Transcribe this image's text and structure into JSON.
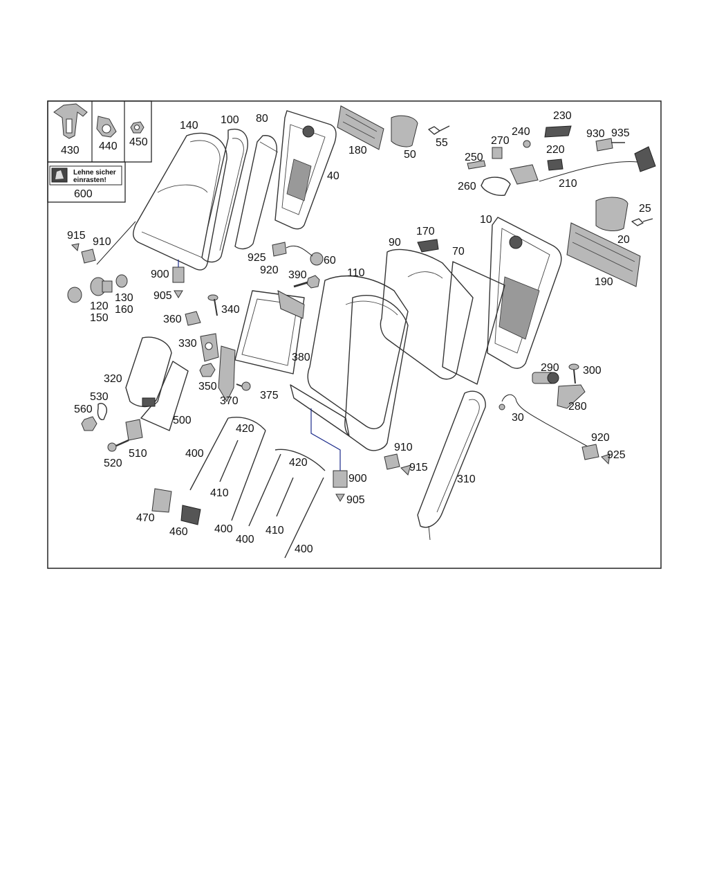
{
  "legend_box": {
    "cells": [
      {
        "label": "430",
        "icon": "clip-icon"
      },
      {
        "label": "440",
        "icon": "cable-clip-icon"
      },
      {
        "label": "450",
        "icon": "nut-icon"
      }
    ],
    "warning_label": {
      "line1": "Lehne sicher",
      "line2": "einrasten!",
      "part": "600",
      "icon": "seat-warning-icon"
    }
  },
  "parts": {
    "p10": "10",
    "p20": "20",
    "p25": "25",
    "p30": "30",
    "p40": "40",
    "p50": "50",
    "p55": "55",
    "p60": "60",
    "p70": "70",
    "p80": "80",
    "p90": "90",
    "p100": "100",
    "p110": "110",
    "p120": "120",
    "p130": "130",
    "p140": "140",
    "p150": "150",
    "p160": "160",
    "p170": "170",
    "p180": "180",
    "p190": "190",
    "p210": "210",
    "p220": "220",
    "p230": "230",
    "p240": "240",
    "p250": "250",
    "p260": "260",
    "p270": "270",
    "p280": "280",
    "p290": "290",
    "p300": "300",
    "p310": "310",
    "p320": "320",
    "p330": "330",
    "p340": "340",
    "p350": "350",
    "p360": "360",
    "p370": "370",
    "p375": "375",
    "p380": "380",
    "p390": "390",
    "p400": "400",
    "p410": "410",
    "p420": "420",
    "p460": "460",
    "p470": "470",
    "p500": "500",
    "p510": "510",
    "p520": "520",
    "p530": "530",
    "p560": "560",
    "p900": "900",
    "p905": "905",
    "p910": "910",
    "p915": "915",
    "p920": "920",
    "p925": "925",
    "p930": "930",
    "p935": "935"
  }
}
